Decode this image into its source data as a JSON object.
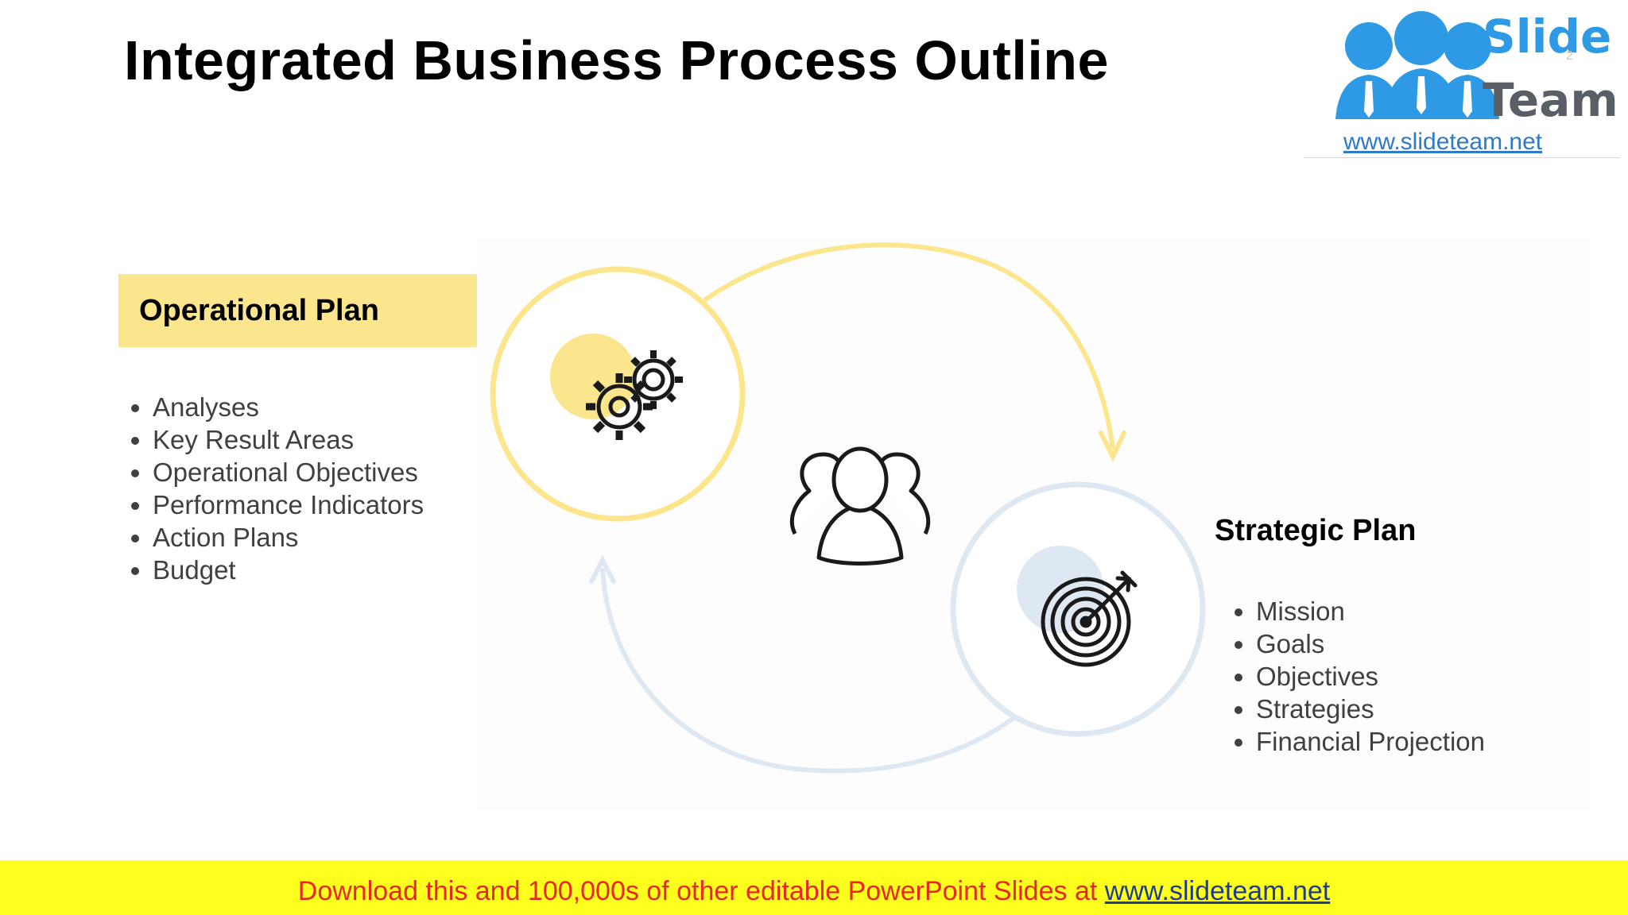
{
  "title": "Integrated Business Process Outline",
  "logo": {
    "word1": "Slide",
    "word2": "Team",
    "url": "www.slideteam.net"
  },
  "slide_number": "2",
  "operational": {
    "heading": "Operational Plan",
    "items": [
      "Analyses",
      "Key Result Areas",
      "Operational Objectives",
      "Performance Indicators",
      "Action Plans",
      "Budget"
    ]
  },
  "strategic": {
    "heading": "Strategic Plan",
    "items": [
      "Mission",
      "Goals",
      "Objectives",
      "Strategies",
      "Financial Projection"
    ]
  },
  "icons": {
    "operational": "gears-icon",
    "center": "team-icon",
    "strategic": "target-icon"
  },
  "colors": {
    "yellow": "#fbe58d",
    "blue": "#dde8f3",
    "footer_bg": "#ffff1e",
    "footer_text": "#e8281e"
  },
  "footer": {
    "text": "Download this and 100,000s of other editable PowerPoint Slides at ",
    "link": "www.slideteam.net"
  }
}
